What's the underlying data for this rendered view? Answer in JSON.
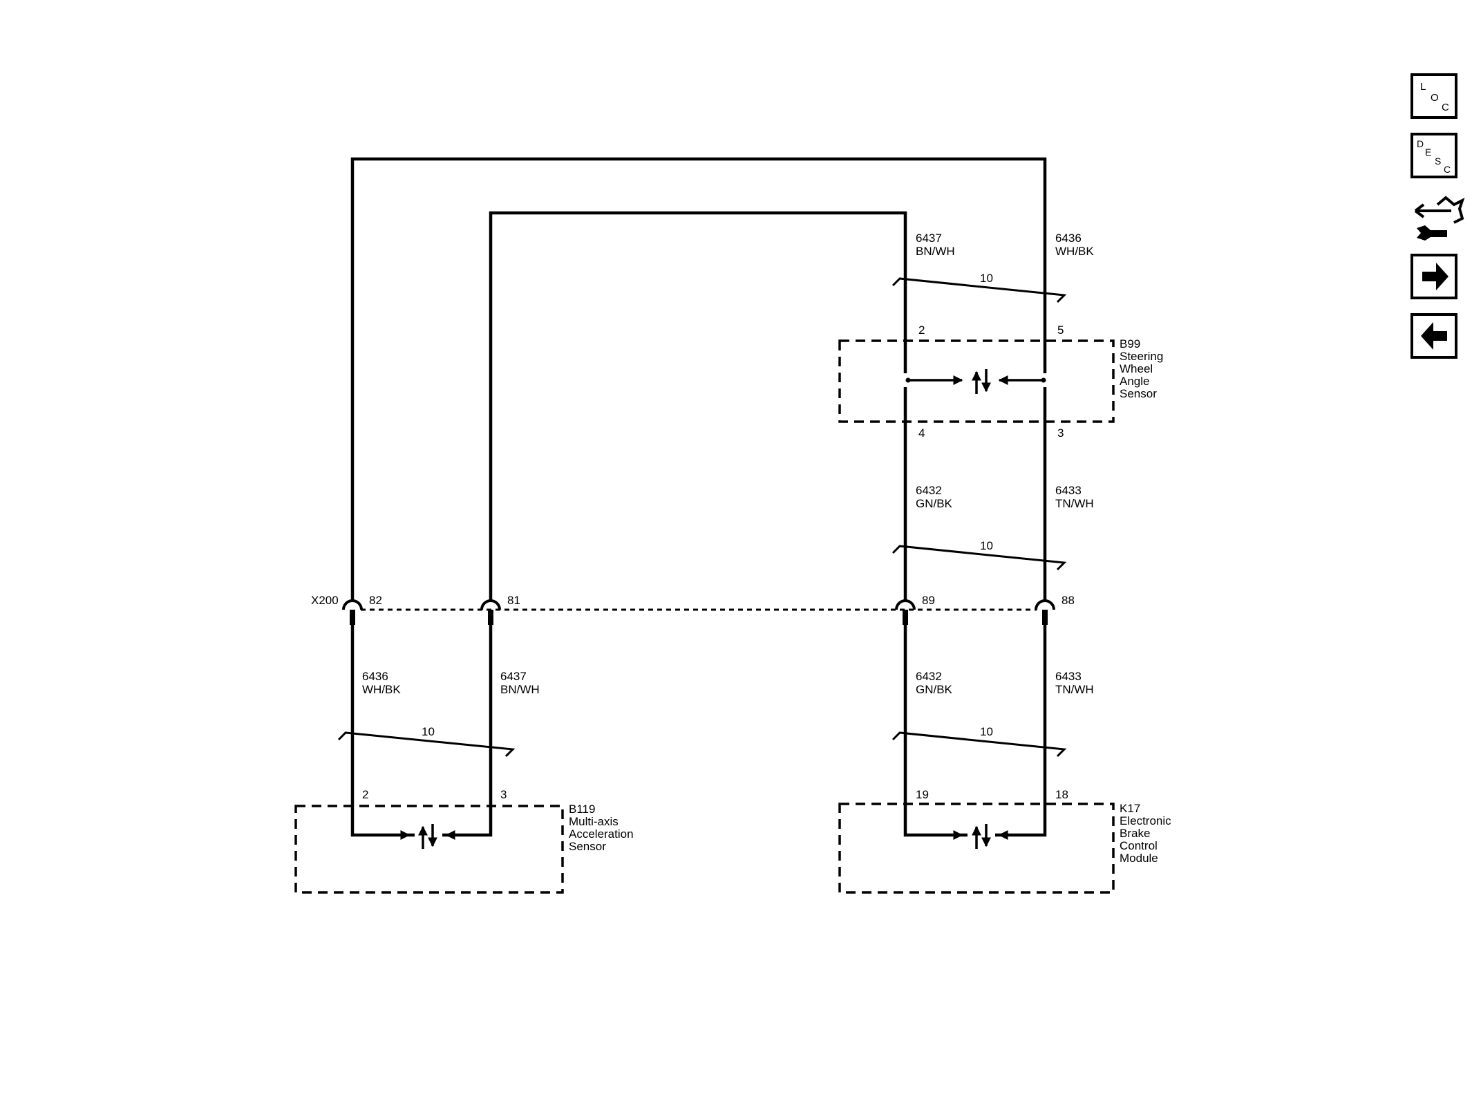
{
  "connector": {
    "id": "X200",
    "pins": [
      "82",
      "81",
      "89",
      "88"
    ]
  },
  "wires": {
    "w6437_top": {
      "circuit": "6437",
      "color": "BN/WH"
    },
    "w6436_top": {
      "circuit": "6436",
      "color": "WH/BK"
    },
    "w6432_mid": {
      "circuit": "6432",
      "color": "GN/BK"
    },
    "w6433_mid": {
      "circuit": "6433",
      "color": "TN/WH"
    },
    "w6436_bot": {
      "circuit": "6436",
      "color": "WH/BK"
    },
    "w6437_bot": {
      "circuit": "6437",
      "color": "BN/WH"
    },
    "w6432_bot": {
      "circuit": "6432",
      "color": "GN/BK"
    },
    "w6433_bot": {
      "circuit": "6433",
      "color": "TN/WH"
    }
  },
  "twisted_pairs": {
    "label": "10"
  },
  "components": {
    "b99": {
      "lines": [
        "B99",
        "Steering",
        "Wheel",
        "Angle",
        "Sensor"
      ],
      "pins": [
        "2",
        "5",
        "4",
        "3"
      ]
    },
    "b119": {
      "lines": [
        "B119",
        "Multi-axis",
        "Acceleration",
        "Sensor"
      ],
      "pins": [
        "2",
        "3"
      ]
    },
    "k17": {
      "lines": [
        "K17",
        "Electronic",
        "Brake",
        "Control",
        "Module"
      ],
      "pins": [
        "19",
        "18"
      ]
    }
  },
  "nav": {
    "loc": {
      "letters": [
        "L",
        "O",
        "C"
      ]
    },
    "desc": {
      "letters": [
        "D",
        "E",
        "S",
        "C"
      ]
    },
    "icons": [
      "component-locator-icon",
      "forward-arrow-icon",
      "back-arrow-icon"
    ]
  }
}
